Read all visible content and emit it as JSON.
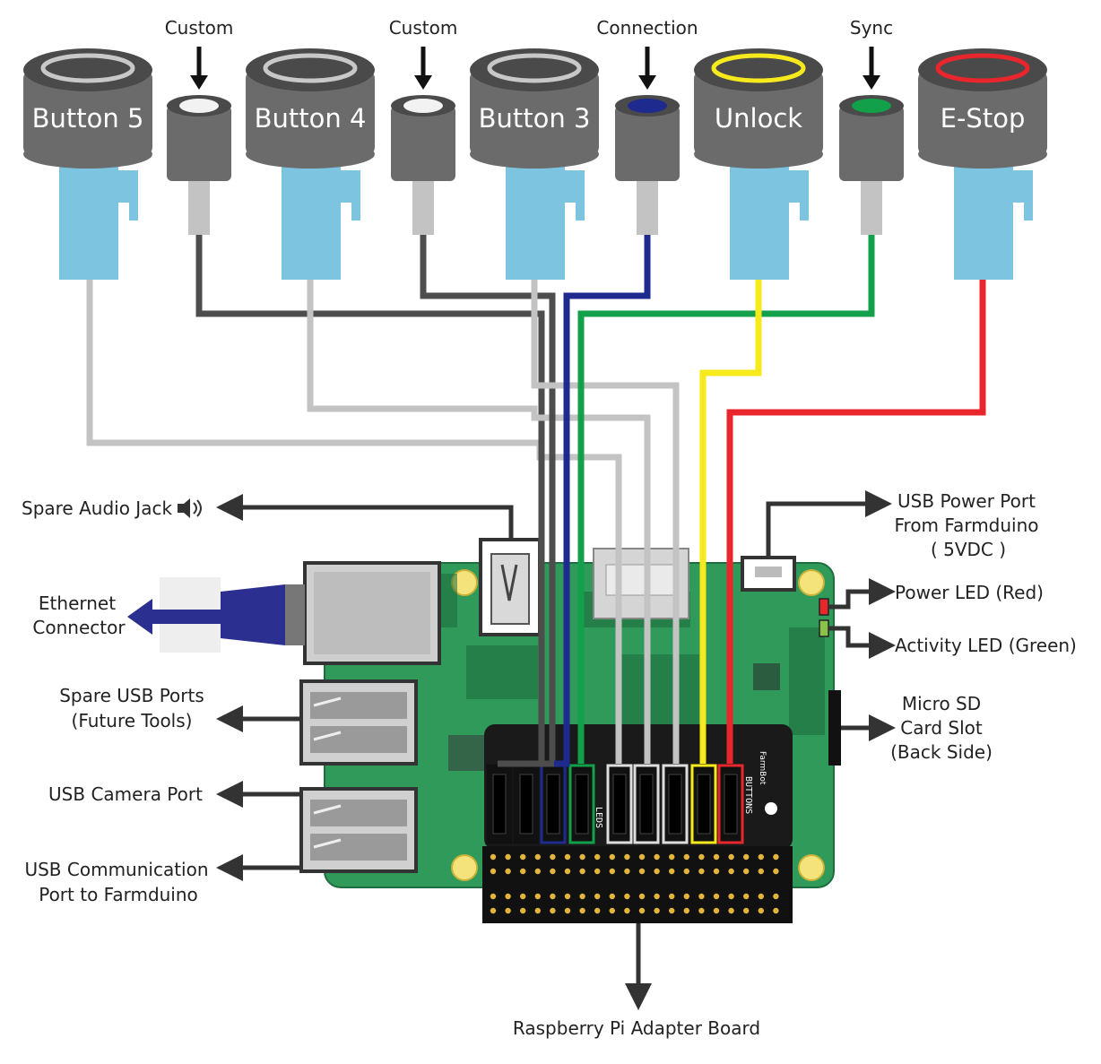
{
  "buttons": [
    {
      "label": "Button 5",
      "ring_color": "#c8c8c8"
    },
    {
      "label": "Button 4",
      "ring_color": "#c8c8c8"
    },
    {
      "label": "Button 3",
      "ring_color": "#c8c8c8"
    },
    {
      "label": "Unlock",
      "ring_color": "#f7ea1c"
    },
    {
      "label": "E-Stop",
      "ring_color": "#e8262b"
    }
  ],
  "leds": [
    {
      "label": "Custom",
      "cap_color": "#f2f2f2"
    },
    {
      "label": "Custom",
      "cap_color": "#f2f2f2"
    },
    {
      "label": "Connection",
      "cap_color": "#1f2a8f"
    },
    {
      "label": "Sync",
      "cap_color": "#12a04a"
    }
  ],
  "callouts": {
    "audio": "Spare Audio Jack",
    "ethernet": [
      "Ethernet",
      "Connector"
    ],
    "usb_spare": [
      "Spare USB Ports",
      "(Future Tools)"
    ],
    "usb_camera": "USB Camera Port",
    "usb_comm": [
      "USB Communication",
      "Port to Farmduino"
    ],
    "usb_power": [
      "USB Power Port",
      "From Farmduino",
      "( 5VDC )"
    ],
    "power_led": "Power LED (Red)",
    "activity_led": "Activity LED (Green)",
    "sd_card": [
      "Micro SD",
      "Card Slot",
      "(Back Side)"
    ],
    "adapter": "Raspberry Pi Adapter Board"
  },
  "board_text": {
    "leds_header": "LEDS",
    "buttons_header": "BUTTONS",
    "brand": "FarmBot"
  },
  "colors": {
    "wire_gray": "#c3c3c3",
    "wire_dark": "#4d4d4d",
    "wire_blue": "#1f2a8f",
    "wire_green": "#12a04a",
    "wire_yellow": "#f7ea1c",
    "wire_red": "#e8262b",
    "button_body": "#6b6b6b",
    "button_connector": "#7cc4df",
    "board_green": "#2f9a5a"
  },
  "icons": {
    "speaker": "speaker-icon",
    "arrow": "arrow-icon"
  }
}
